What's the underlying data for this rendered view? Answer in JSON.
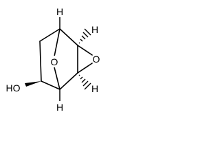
{
  "structure": {
    "labels": {
      "ring_oxygen_bridge": "O",
      "epoxide_oxygen": "O",
      "hydroxyl": "HO",
      "h_top_left": "H",
      "h_top_right": "H",
      "h_bottom_left": "H",
      "h_bottom_right": "H"
    },
    "colors": {
      "bond": "#000000",
      "text": "#000000",
      "background": "#ffffff"
    }
  }
}
